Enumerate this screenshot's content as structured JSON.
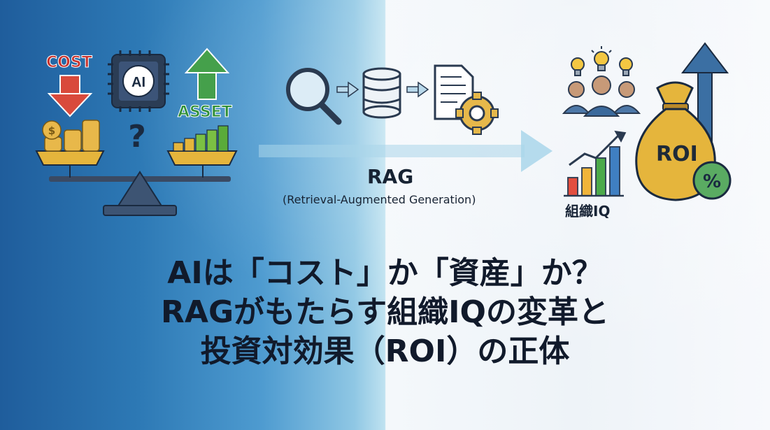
{
  "labels": {
    "cost": "COST",
    "asset": "ASSET",
    "ai_chip": "AI",
    "question_mark": "?",
    "rag_title": "RAG",
    "rag_subtitle": "(Retrieval-Augmented Generation)",
    "org_iq": "組織IQ",
    "roi": "ROI",
    "percent": "%",
    "coin_symbol": "$"
  },
  "headline": {
    "line1": "AIは「コスト」か「資産」か？",
    "line2": "RAGがもたらす組織IQの変革と",
    "line3": "投資対効果（ROI）の正体"
  },
  "colors": {
    "cost_red": "#c8342f",
    "asset_green": "#2f8f37",
    "gold": "#e5b53c",
    "navy": "#1a2a40",
    "arrow_blue": "#2e6da4",
    "flow_arrow": "#a9d6ea"
  },
  "icons": [
    "down-arrow-icon",
    "ai-chip-icon",
    "up-arrow-icon",
    "question-mark-icon",
    "balance-scale-icon",
    "coin-stack-icon",
    "bar-stack-icon",
    "magnifier-icon",
    "database-icon",
    "document-icon",
    "gear-icon",
    "lightbulb-icon",
    "team-icon",
    "growth-chart-icon",
    "money-bag-icon",
    "percent-icon"
  ]
}
